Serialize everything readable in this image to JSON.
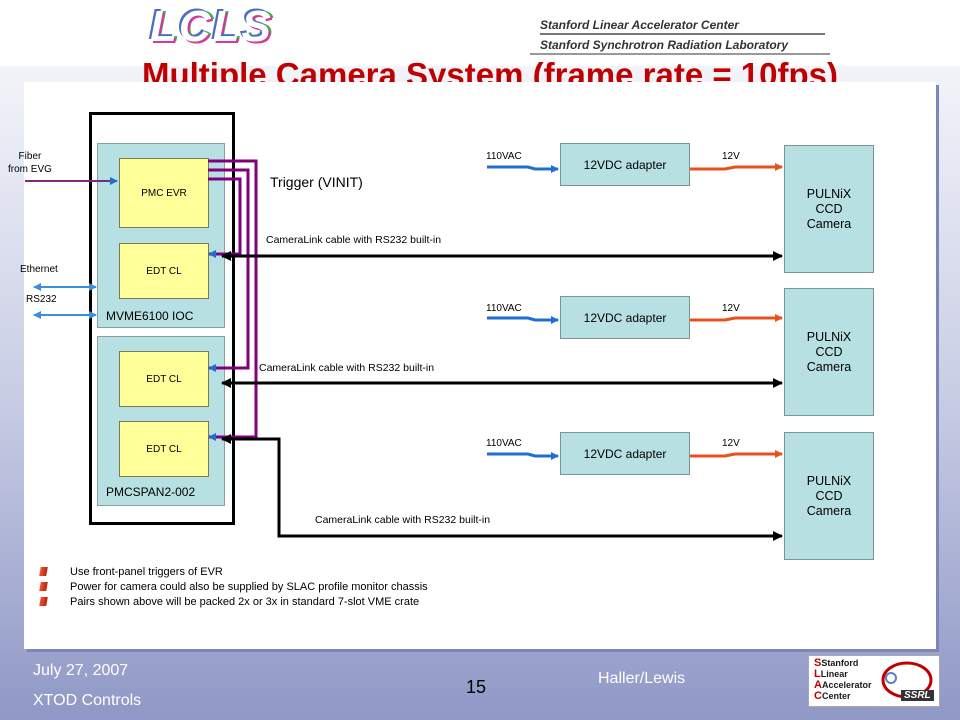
{
  "header": {
    "logo_text": "LCLS",
    "org_line1": "Stanford Linear Accelerator Center",
    "org_line2": "Stanford Synchrotron Radiation Laboratory"
  },
  "title": "Multiple Camera System (frame rate = 10fps)",
  "diagram": {
    "inputs": {
      "fiber": "Fiber\nfrom EVG",
      "ethernet": "Ethernet",
      "rs232": "RS232"
    },
    "ioc_module": {
      "label": "MVME6100 IOC",
      "cards": [
        "PMC EVR",
        "EDT CL"
      ]
    },
    "span_module": {
      "label": "PMCSPAN2-002",
      "cards": [
        "EDT CL",
        "EDT CL"
      ]
    },
    "trigger_label": "Trigger (VINIT)",
    "cable_labels": [
      "CameraLink  cable with RS232 built-in",
      "CameraLink  cable with RS232 built-in",
      "CameraLink  cable with RS232 built-in"
    ],
    "power": [
      {
        "ac": "110VAC",
        "adapter": "12VDC adapter",
        "dc": "12V"
      },
      {
        "ac": "110VAC",
        "adapter": "12VDC adapter",
        "dc": "12V"
      },
      {
        "ac": "110VAC",
        "adapter": "12VDC adapter",
        "dc": "12V"
      }
    ],
    "cameras": [
      "PULNiX\nCCD\nCamera",
      "PULNiX\nCCD\nCamera",
      "PULNiX\nCCD\nCamera"
    ]
  },
  "bullets": [
    "Use front-panel triggers of EVR",
    "Power for camera could also be supplied by SLAC profile monitor chassis",
    "Pairs shown above will be packed 2x or 3x in standard 7-slot VME crate"
  ],
  "footer": {
    "date": "July 27, 2007",
    "group": "XTOD  Controls",
    "page": "15",
    "author": "Haller/Lewis",
    "logo_lines": [
      "Stanford",
      "Linear",
      "Accelerator",
      "Center"
    ],
    "logo_tag": "SSRL"
  },
  "colors": {
    "title": "#c00000",
    "module_fill": "#b7e0e3",
    "card_fill": "#ffff99",
    "trigger_wire": "#800080",
    "ac_wire": "#1f6fd0",
    "dc_wire": "#e8501e"
  }
}
